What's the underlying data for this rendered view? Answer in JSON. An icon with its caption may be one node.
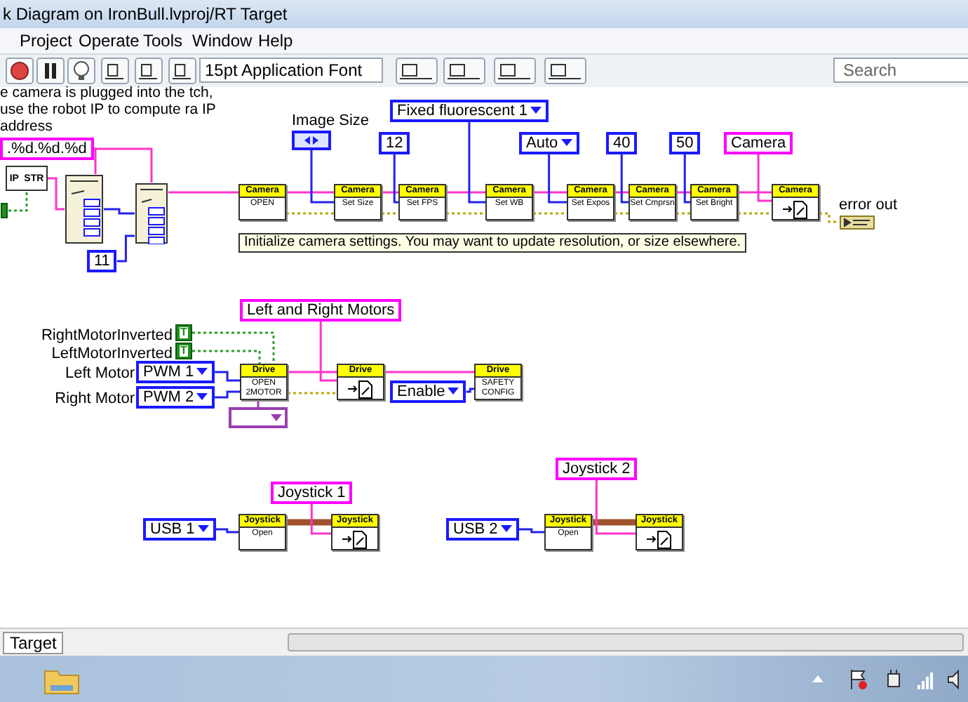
{
  "diagram": {
    "nodes": [
      {
        "text": [
          ".%d.%d.%d"
        ]
      },
      {
        "text": [
          "IP",
          "STR"
        ]
      },
      {
        "text": [],
        "shape": "box"
      },
      {
        "text": [],
        "shape": "box"
      },
      {
        "text": [],
        "shape": "box"
      },
      {
        "text": [
          "11"
        ]
      },
      {
        "text": [],
        "shape": "box",
        "beside": [
          "Image Size"
        ]
      },
      {
        "text": [
          "Fixed fluorescent 1"
        ]
      },
      {
        "text": [
          "12"
        ]
      },
      {
        "text": [
          "Auto"
        ]
      },
      {
        "text": [
          "40"
        ]
      },
      {
        "text": [
          "50"
        ]
      },
      {
        "text": [
          "Camera"
        ]
      },
      {
        "text": [
          "Camera",
          "OPEN"
        ]
      },
      {
        "text": [
          "Camera",
          "Set Size"
        ]
      },
      {
        "text": [
          "Camera",
          "Set FPS"
        ]
      },
      {
        "text": [
          "Camera",
          "Set WB"
        ]
      },
      {
        "text": [
          "Camera",
          "Set Expos"
        ]
      },
      {
        "text": [
          "Camera",
          "Set Cmprsn"
        ]
      },
      {
        "text": [
          "Camera",
          "Set Bright"
        ]
      },
      {
        "text": [
          "Camera"
        ]
      },
      {
        "text": [],
        "shape": "box",
        "beside": [
          "error out"
        ]
      },
      {
        "text": [
          "Initialize camera settings. You may want to update resolution, or size elsewhere."
        ]
      },
      {
        "text": [
          "Left and Right Motors"
        ]
      },
      {
        "text": [
          "T"
        ],
        "beside": [
          "RightMotorInverted"
        ]
      },
      {
        "text": [
          "T"
        ],
        "beside": [
          "LeftMotorInverted"
        ]
      },
      {
        "text": [
          "PWM 1"
        ],
        "beside": [
          "Left Motor"
        ]
      },
      {
        "text": [
          "PWM 2"
        ],
        "beside": [
          "Right Motor"
        ]
      },
      {
        "text": [
          "Drive",
          "OPEN 2MOTOR"
        ]
      },
      {
        "text": [],
        "shape": "box"
      },
      {
        "text": [
          "Drive"
        ]
      },
      {
        "text": [
          "Enable"
        ]
      },
      {
        "text": [
          "Drive",
          "SAFETY CONFIG"
        ]
      },
      {
        "text": [
          "Joystick 1"
        ]
      },
      {
        "text": [
          "USB 1"
        ]
      },
      {
        "text": [
          "Joystick",
          "Open"
        ]
      },
      {
        "text": [
          "Joystick"
        ]
      },
      {
        "text": [
          "Joystick 2"
        ]
      },
      {
        "text": [
          "USB 2"
        ]
      },
      {
        "text": [
          "Joystick",
          "Open"
        ]
      },
      {
        "text": [
          "Joystick"
        ]
      }
    ],
    "edges": [
      {
        "from": 0,
        "to": 3,
        "arrow": "none"
      },
      {
        "from": 0,
        "to": 4,
        "arrow": "none"
      },
      {
        "from": 1,
        "to": 3,
        "arrow": "none"
      },
      {
        "from": 2,
        "to": 1,
        "arrow": "none",
        "style": "dashed",
        "color": "#2e9e2e"
      },
      {
        "from": 3,
        "to": 4,
        "arrow": "none",
        "color": "#2222ee"
      },
      {
        "from": 5,
        "to": 4,
        "arrow": "none",
        "color": "#2222ee"
      },
      {
        "from": 4,
        "to": 13,
        "arrow": "none"
      },
      {
        "from": 13,
        "to": 14,
        "arrow": "none"
      },
      {
        "from": 14,
        "to": 15,
        "arrow": "none"
      },
      {
        "from": 15,
        "to": 16,
        "arrow": "none"
      },
      {
        "from": 16,
        "to": 17,
        "arrow": "none"
      },
      {
        "from": 17,
        "to": 18,
        "arrow": "none"
      },
      {
        "from": 18,
        "to": 19,
        "arrow": "none"
      },
      {
        "from": 19,
        "to": 20,
        "arrow": "none"
      },
      {
        "from": 13,
        "to": 14,
        "arrow": "none",
        "style": "dashed",
        "color": "#b8a800"
      },
      {
        "from": 14,
        "to": 15,
        "arrow": "none",
        "style": "dashed",
        "color": "#b8a800"
      },
      {
        "from": 15,
        "to": 16,
        "arrow": "none",
        "style": "dashed",
        "color": "#b8a800"
      },
      {
        "from": 16,
        "to": 17,
        "arrow": "none",
        "style": "dashed",
        "color": "#b8a800"
      },
      {
        "from": 17,
        "to": 18,
        "arrow": "none",
        "style": "dashed",
        "color": "#b8a800"
      },
      {
        "from": 18,
        "to": 19,
        "arrow": "none",
        "style": "dashed",
        "color": "#b8a800"
      },
      {
        "from": 19,
        "to": 20,
        "arrow": "none",
        "style": "dashed",
        "color": "#b8a800"
      },
      {
        "from": 20,
        "to": 21,
        "arrow": "none",
        "style": "dashed",
        "color": "#b8a800"
      },
      {
        "from": 6,
        "to": 14,
        "arrow": "none",
        "color": "#2222ee"
      },
      {
        "from": 8,
        "to": 15,
        "arrow": "none",
        "color": "#2222ee"
      },
      {
        "from": 7,
        "to": 16,
        "arrow": "none",
        "color": "#2222ee"
      },
      {
        "from": 9,
        "to": 17,
        "arrow": "none",
        "color": "#2222ee"
      },
      {
        "from": 10,
        "to": 18,
        "arrow": "none",
        "color": "#2222ee"
      },
      {
        "from": 11,
        "to": 19,
        "arrow": "none",
        "color": "#2222ee"
      },
      {
        "from": 12,
        "to": 20,
        "arrow": "none"
      },
      {
        "from": 24,
        "to": 28,
        "arrow": "none",
        "style": "dashed",
        "color": "#2e9e2e"
      },
      {
        "from": 25,
        "to": 28,
        "arrow": "none",
        "style": "dashed",
        "color": "#2e9e2e"
      },
      {
        "from": 26,
        "to": 28,
        "arrow": "none",
        "color": "#2222ee"
      },
      {
        "from": 27,
        "to": 28,
        "arrow": "none",
        "color": "#2222ee"
      },
      {
        "from": 29,
        "to": 28,
        "arrow": "none",
        "color": "#9a3fb0"
      },
      {
        "from": 28,
        "to": 30,
        "arrow": "none"
      },
      {
        "from": 28,
        "to": 30,
        "arrow": "none",
        "style": "dashed",
        "color": "#b8a800"
      },
      {
        "from": 23,
        "to": 30,
        "arrow": "none"
      },
      {
        "from": 30,
        "to": 32,
        "arrow": "none"
      },
      {
        "from": 31,
        "to": 32,
        "arrow": "none",
        "color": "#2222ee"
      },
      {
        "from": 34,
        "to": 35,
        "arrow": "none",
        "color": "#2222ee"
      },
      {
        "from": 35,
        "to": 36,
        "arrow": "none",
        "style": "thick",
        "color": "#a0522d"
      },
      {
        "from": 33,
        "to": 36,
        "arrow": "none"
      },
      {
        "from": 38,
        "to": 39,
        "arrow": "none",
        "color": "#2222ee"
      },
      {
        "from": 39,
        "to": 40,
        "arrow": "none",
        "style": "thick",
        "color": "#a0522d"
      },
      {
        "from": 37,
        "to": 40,
        "arrow": "none"
      }
    ],
    "labels": [
      "k Diagram on IronBull.lvproj/RT Target",
      "Project",
      "Operate",
      "Tools",
      "Window",
      "Help",
      "15pt Application Font",
      "Search",
      "e camera is plugged into the tch, use the robot IP to compute ra IP address",
      "Target"
    ]
  }
}
